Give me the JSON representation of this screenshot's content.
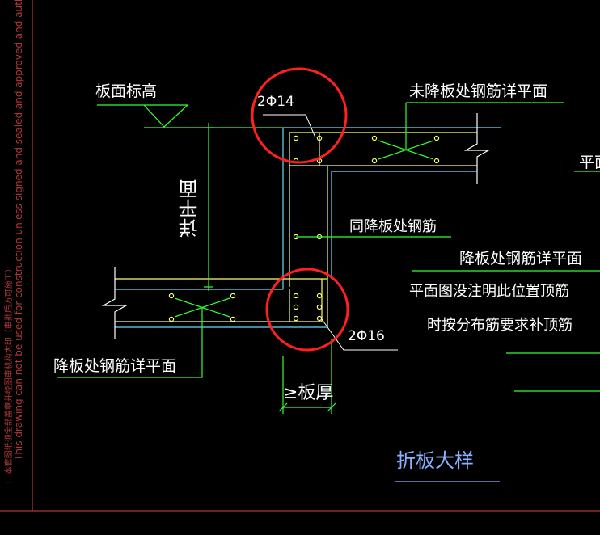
{
  "labels": {
    "slab_top_elevation": "板面标高",
    "rebar_top": "2Φ14",
    "rebar_bottom": "2Φ16",
    "unlowered_slab_rebar": "未降板处钢筋详平面",
    "detail_plan_vertical": "详平面",
    "same_as_lowered_rebar": "同降板处钢筋",
    "lowered_slab_rebar_top": "降板处钢筋详平面",
    "top_bar_note_1": "平面图没注明此位置顶筋",
    "top_bar_note_2": "时按分布筋要求补顶筋",
    "lowered_slab_rebar_left": "降板处钢筋详平面",
    "min_slab_thickness": "≥板厚",
    "detail_title": "折板大样",
    "edge_partial": "平面"
  },
  "margin": {
    "english_note": "This drawing can not be used for construction unless signed and sealed and approved and authorized",
    "chinese_note": "1. 本套图纸须全部盖章并经图审机构大印（审批后方可施工）"
  },
  "colors": {
    "background": "#000000",
    "slab_outline": "#ffff66",
    "slab_cyan": "#66ddff",
    "dimension": "#33ff33",
    "rebar_dot": "#ffff66",
    "cross_bar": "#33ff33",
    "highlight_circle": "#ff2020",
    "text": "#ffffff",
    "title_blue": "#8ab0ff",
    "margin_text": "#b03838"
  }
}
